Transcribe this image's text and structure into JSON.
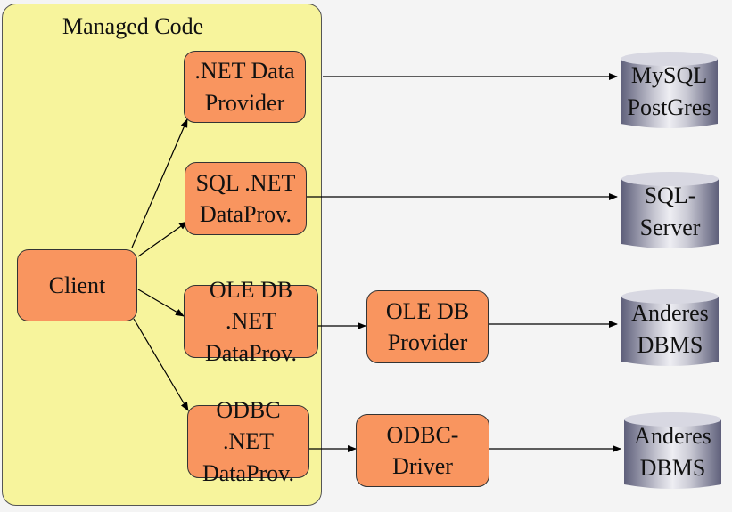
{
  "managed_code": {
    "title": "Managed Code"
  },
  "client": {
    "label": "Client"
  },
  "providers": [
    {
      "label": ".NET Data\nProvider"
    },
    {
      "label": "SQL .NET\nDataProv."
    },
    {
      "label": "OLE DB .NET\nDataProv."
    },
    {
      "label": "ODBC .NET\nDataProv."
    }
  ],
  "middleware": [
    {
      "label": "OLE DB\nProvider"
    },
    {
      "label": "ODBC-Driver"
    }
  ],
  "databases": [
    {
      "label": "MySQL\nPostGres"
    },
    {
      "label": "SQL-\nServer"
    },
    {
      "label": "Anderes\nDBMS"
    },
    {
      "label": "Anderes\nDBMS"
    }
  ],
  "colors": {
    "managed_bg": "#f7f49c",
    "box_fill": "#f9955f",
    "db_dark": "#5e5f7a",
    "db_light": "#e9e9ef",
    "background": "#f4f4f4"
  }
}
